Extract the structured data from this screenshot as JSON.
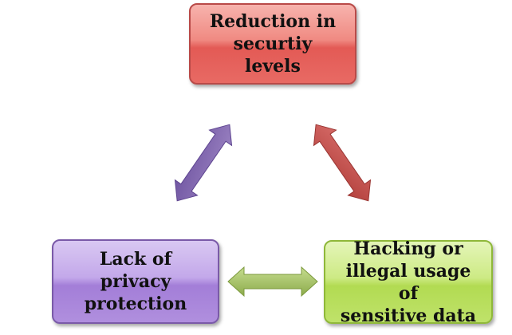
{
  "nodes": {
    "top": {
      "line1": "Reduction in",
      "line2": "securtiy levels"
    },
    "left": {
      "line1": "Lack of privacy",
      "line2": "protection"
    },
    "right": {
      "line1": "Hacking or",
      "line2": "illegal usage of",
      "line3": "sensitive data"
    }
  },
  "colors": {
    "top": "#e86a64",
    "left": "#8e6bbf",
    "right": "#9bbb59",
    "left_arrow": "#8064a2",
    "right_arrow": "#c0504d",
    "bottom_arrow": "#9bbb59"
  }
}
